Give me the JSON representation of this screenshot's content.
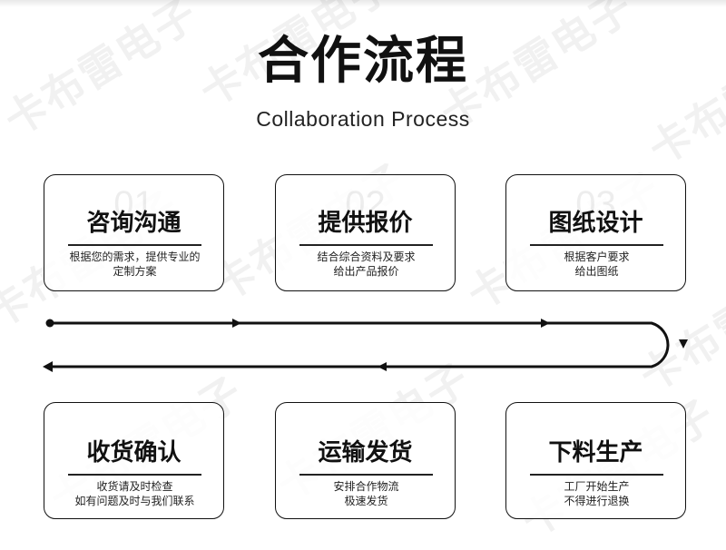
{
  "title": "合作流程",
  "subtitle": "Collaboration Process",
  "watermark": "卡布雷电子",
  "steps_top": [
    {
      "num": "01",
      "title": "咨询沟通",
      "desc": [
        "根据您的需求，提供专业的",
        "定制方案"
      ]
    },
    {
      "num": "02",
      "title": "提供报价",
      "desc": [
        "结合综合资料及要求",
        "给出产品报价"
      ]
    },
    {
      "num": "03",
      "title": "图纸设计",
      "desc": [
        "根据客户要求",
        "给出图纸"
      ]
    }
  ],
  "steps_bottom": [
    {
      "title": "收货确认",
      "desc": [
        "收货请及时检查",
        "如有问题及时与我们联系"
      ]
    },
    {
      "title": "运输发货",
      "desc": [
        "安排合作物流",
        "极速发货"
      ]
    },
    {
      "title": "下料生产",
      "desc": [
        "工厂开始生产",
        "不得进行退换"
      ]
    }
  ],
  "colors": {
    "line": "#111111",
    "background": "#ffffff",
    "watermark": "rgba(0,0,0,0.055)"
  }
}
